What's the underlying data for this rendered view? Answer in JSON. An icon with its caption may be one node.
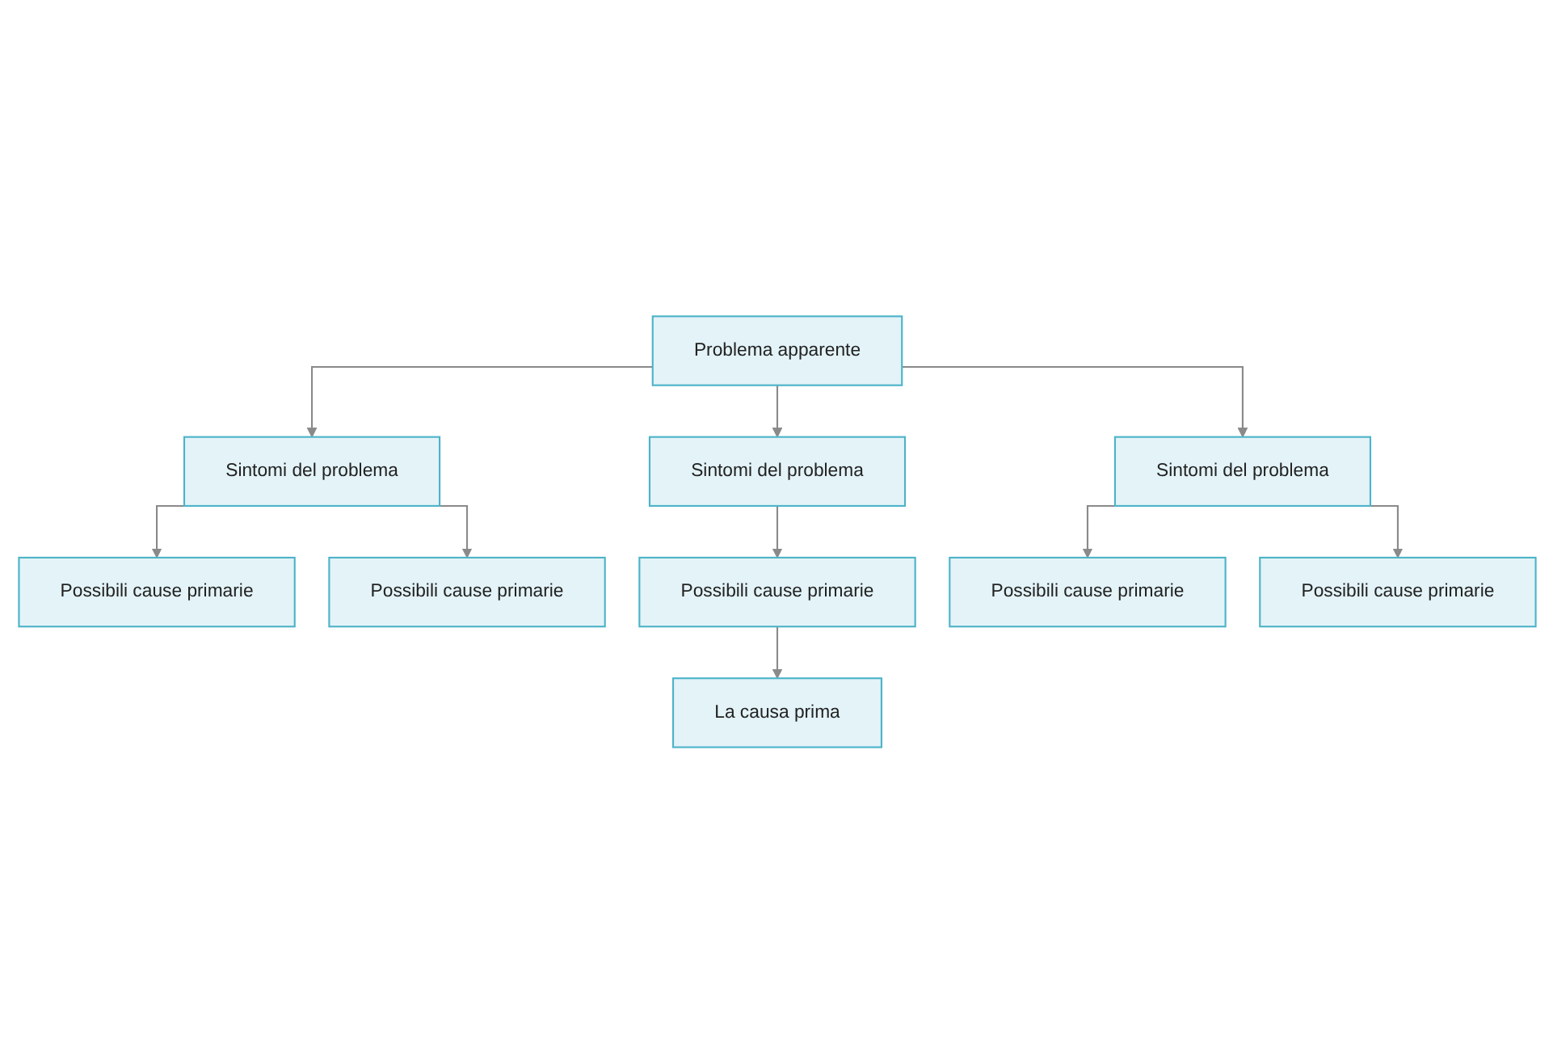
{
  "diagram": {
    "nodes": [
      {
        "text": [
          "Problema apparente"
        ]
      },
      {
        "text": [
          "Sintomi del problema"
        ]
      },
      {
        "text": [
          "Sintomi del problema"
        ]
      },
      {
        "text": [
          "Sintomi del problema"
        ]
      },
      {
        "text": [
          "Possibili cause primarie"
        ]
      },
      {
        "text": [
          "Possibili cause primarie"
        ]
      },
      {
        "text": [
          "Possibili cause primarie"
        ]
      },
      {
        "text": [
          "Possibili cause primarie"
        ]
      },
      {
        "text": [
          "Possibili cause primarie"
        ]
      },
      {
        "text": [
          "La causa prima"
        ]
      }
    ],
    "edges": [
      {
        "from": 0,
        "to": 1,
        "arrow": "to"
      },
      {
        "from": 0,
        "to": 2,
        "arrow": "to"
      },
      {
        "from": 0,
        "to": 3,
        "arrow": "to"
      },
      {
        "from": 1,
        "to": 4,
        "arrow": "to"
      },
      {
        "from": 1,
        "to": 5,
        "arrow": "to"
      },
      {
        "from": 2,
        "to": 6,
        "arrow": "to"
      },
      {
        "from": 3,
        "to": 7,
        "arrow": "to"
      },
      {
        "from": 3,
        "to": 8,
        "arrow": "to"
      },
      {
        "from": 6,
        "to": 9,
        "arrow": "to"
      }
    ]
  }
}
